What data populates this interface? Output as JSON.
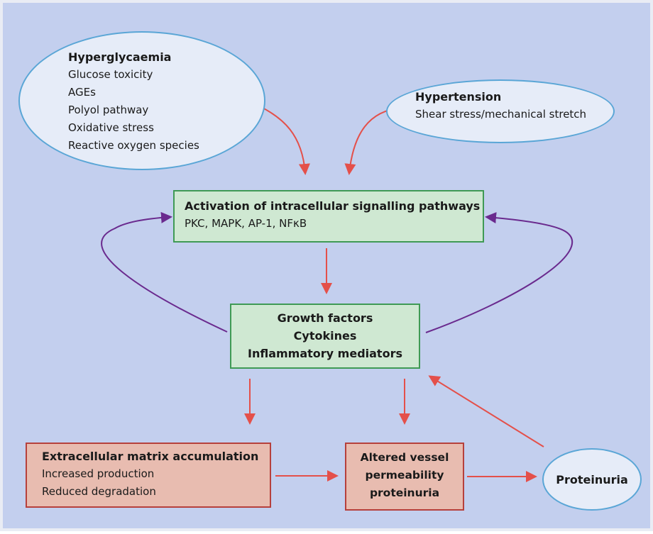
{
  "nodes": {
    "hyperglycaemia": {
      "title": "Hyperglycaemia",
      "lines": [
        "Glucose toxicity",
        "AGEs",
        "Polyol pathway",
        "Oxidative stress",
        "Reactive oxygen species"
      ]
    },
    "hypertension": {
      "title": "Hypertension",
      "lines": [
        "Shear stress/mechanical stretch"
      ]
    },
    "activation": {
      "title": "Activation of intracellular signalling pathways",
      "lines": [
        "PKC, MAPK, AP-1, NFκB"
      ]
    },
    "growth": {
      "lines": [
        "Growth factors",
        "Cytokines",
        "Inflammatory mediators"
      ]
    },
    "ecm": {
      "title": "Extracellular matrix accumulation",
      "lines": [
        "Increased production",
        "Reduced degradation"
      ]
    },
    "altered": {
      "lines": [
        "Altered vessel",
        "permeability",
        "proteinuria"
      ]
    },
    "proteinuria": {
      "title": "Proteinuria"
    }
  },
  "colors": {
    "background": "#c3cfee",
    "arrow_red": "#e4504a",
    "arrow_purple": "#6a2a8e",
    "ellipse_fill": "#e6ecf8",
    "ellipse_border": "#5aa6d6",
    "green_fill": "#cfe8d2",
    "green_border": "#3f9a55",
    "pink_fill": "#e8bcb0",
    "pink_border": "#b6403c"
  }
}
